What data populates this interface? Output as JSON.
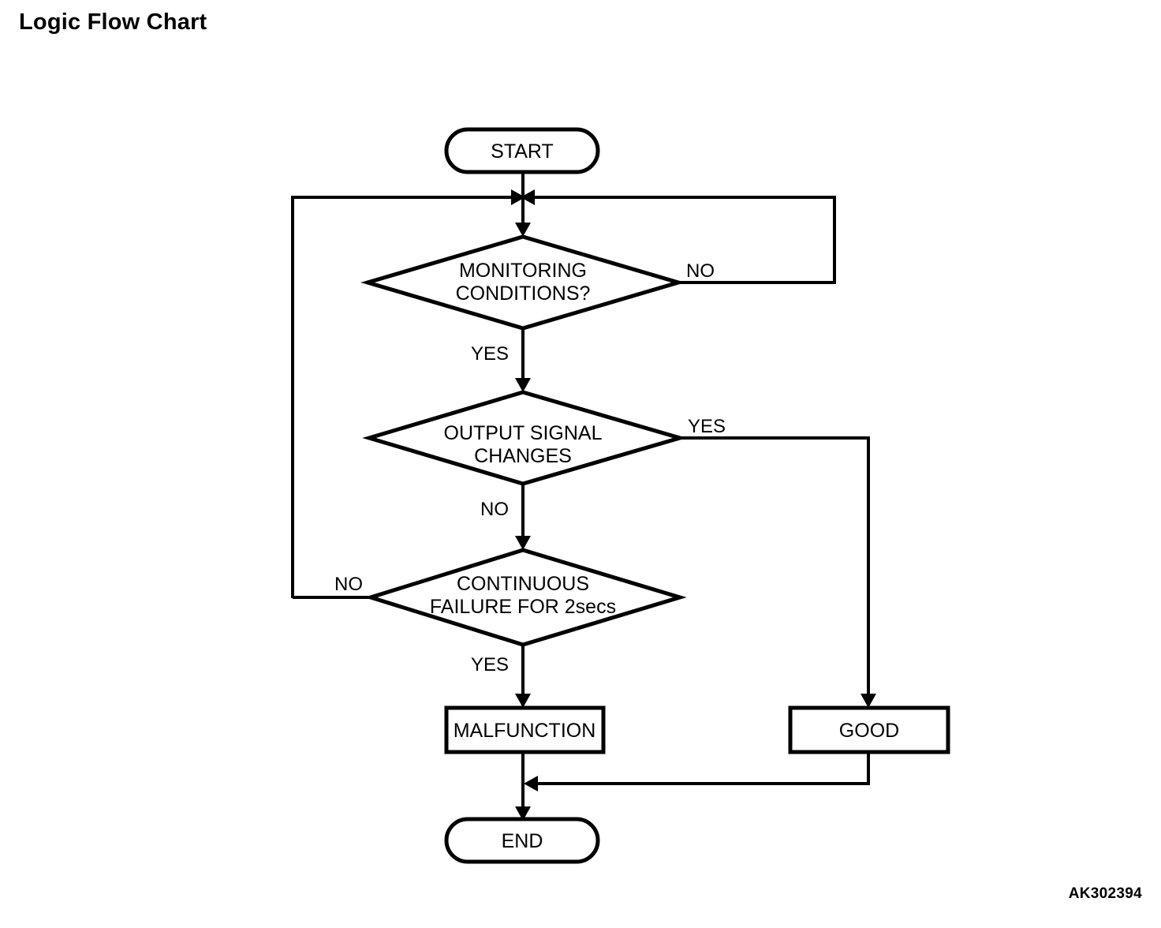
{
  "page": {
    "title": "Logic Flow Chart",
    "figure_code": "AK302394",
    "background_color": "#ffffff",
    "line_color": "#000000"
  },
  "chart_data": {
    "type": "diagram",
    "diagram_kind": "flowchart",
    "title": "Logic Flow Chart",
    "nodes": [
      {
        "id": "start",
        "shape": "stadium",
        "label": "START"
      },
      {
        "id": "monitoring",
        "shape": "diamond",
        "label_line1": "MONITORING",
        "label_line2": "CONDITIONS?"
      },
      {
        "id": "output_signal",
        "shape": "diamond",
        "label_line1": "OUTPUT SIGNAL",
        "label_line2": "CHANGES"
      },
      {
        "id": "continuous_failure",
        "shape": "diamond",
        "label_line1": "CONTINUOUS",
        "label_line2": "FAILURE FOR 2secs"
      },
      {
        "id": "malfunction",
        "shape": "rectangle",
        "label": "MALFUNCTION"
      },
      {
        "id": "good",
        "shape": "rectangle",
        "label": "GOOD"
      },
      {
        "id": "end",
        "shape": "stadium",
        "label": "END"
      }
    ],
    "edges": [
      {
        "from": "start",
        "to": "monitoring",
        "label": ""
      },
      {
        "from": "monitoring",
        "to": "output_signal",
        "label": "YES"
      },
      {
        "from": "monitoring",
        "to": "start_junction",
        "label": "NO"
      },
      {
        "from": "output_signal",
        "to": "continuous_failure",
        "label": "NO"
      },
      {
        "from": "output_signal",
        "to": "good",
        "label": "YES"
      },
      {
        "from": "continuous_failure",
        "to": "malfunction",
        "label": "YES"
      },
      {
        "from": "continuous_failure",
        "to": "start_junction",
        "label": "NO"
      },
      {
        "from": "malfunction",
        "to": "end",
        "label": ""
      },
      {
        "from": "good",
        "to": "end",
        "label": ""
      }
    ]
  },
  "labels": {
    "start": "START",
    "end": "END",
    "malfunction": "MALFUNCTION",
    "good": "GOOD",
    "d1_line1": "MONITORING",
    "d1_line2": "CONDITIONS?",
    "d2_line1": "OUTPUT SIGNAL",
    "d2_line2": "CHANGES",
    "d3_line1": "CONTINUOUS",
    "d3_line2": "FAILURE FOR 2secs",
    "d1_no": "NO",
    "d1_yes": "YES",
    "d2_yes": "YES",
    "d2_no": "NO",
    "d3_no": "NO",
    "d3_yes": "YES"
  }
}
